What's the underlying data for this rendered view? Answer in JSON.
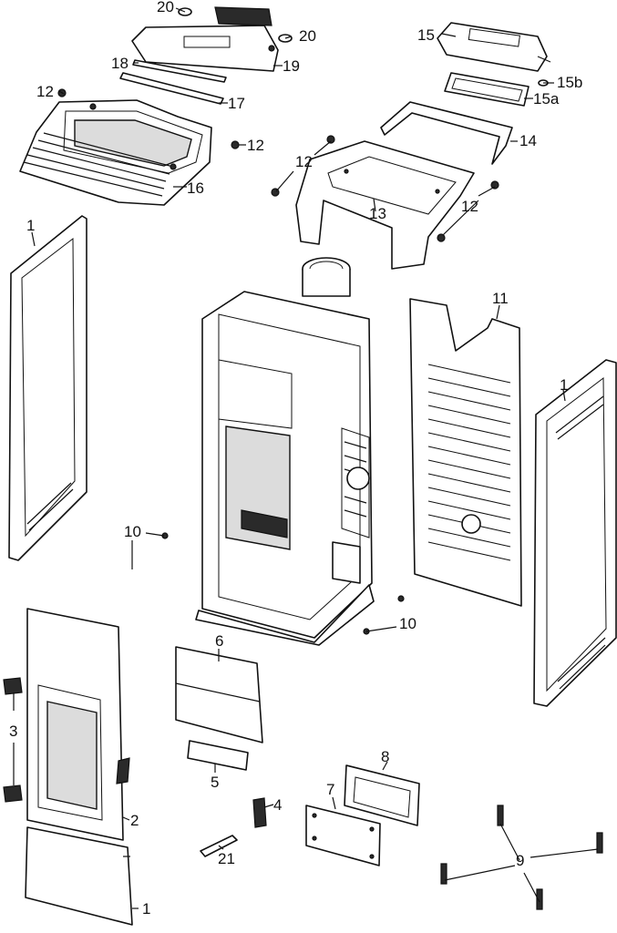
{
  "diagram": {
    "labels": {
      "l20a": "20",
      "l20b": "20",
      "l19": "19",
      "l18": "18",
      "l17": "17",
      "l16": "16",
      "l15": "15",
      "l15a": "15a",
      "l15b": "15b",
      "l14": "14",
      "l13": "13",
      "l12a": "12",
      "l12b": "12",
      "l12c": "12",
      "l12d": "12",
      "l11": "11",
      "l10a": "10",
      "l10b": "10",
      "l9": "9",
      "l8": "8",
      "l7": "7",
      "l6": "6",
      "l5": "5",
      "l4": "4",
      "l3": "3",
      "l2": "2",
      "l1a": "1",
      "l1b": "1",
      "l1c": "1",
      "l21": "21"
    }
  }
}
